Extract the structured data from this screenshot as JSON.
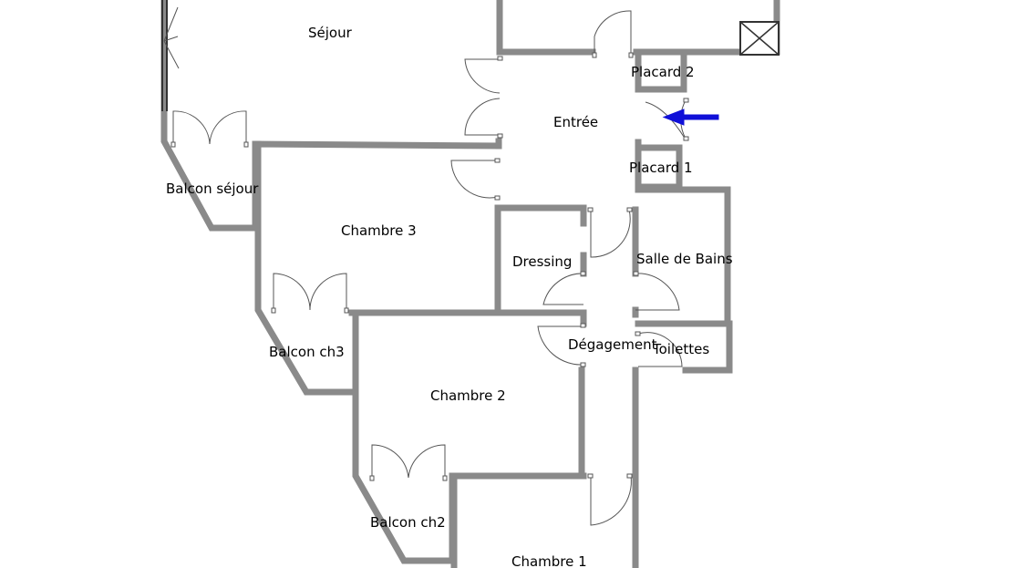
{
  "rooms": {
    "sejour": "Séjour",
    "entree": "Entrée",
    "placard2": "Placard 2",
    "placard1": "Placard 1",
    "balcon_sejour": "Balcon séjour",
    "chambre3": "Chambre 3",
    "dressing": "Dressing",
    "salle_de_bains": "Salle de Bains",
    "degagement": "Dégagement",
    "toilettes": "Toilettes",
    "balcon_ch3": "Balcon ch3",
    "chambre2": "Chambre 2",
    "balcon_ch2": "Balcon ch2",
    "chambre1": "Chambre 1"
  },
  "colors": {
    "wall": "#8a8a8a",
    "entrance_arrow": "#1010d8"
  },
  "icons": {
    "entrance": "entrance-arrow-icon",
    "shaft": "shaft-cross-icon"
  }
}
